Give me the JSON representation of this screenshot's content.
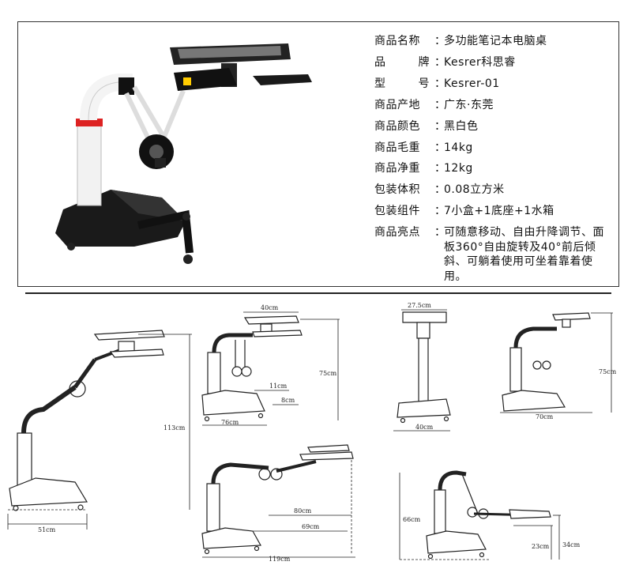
{
  "specs": [
    {
      "key": "商品名称",
      "value": "多功能笔记本电脑桌"
    },
    {
      "key_a": "品",
      "key_b": "牌",
      "value": "Kesrer科思睿"
    },
    {
      "key_a": "型",
      "key_b": "号",
      "value": "Kesrer-01"
    },
    {
      "key": "商品产地",
      "value": "广东·东莞"
    },
    {
      "key": "商品颜色",
      "value": "黑白色"
    },
    {
      "key": "商品毛重",
      "value": "14kg"
    },
    {
      "key": "商品净重",
      "value": "12kg"
    },
    {
      "key": "包装体积",
      "value": "0.08立方米"
    },
    {
      "key": "包装组件",
      "value": "7小盒+1底座+1水箱"
    },
    {
      "key": "商品亮点",
      "value": "可随意移动、自由升降调节、面板360°自由旋转及40°前后倾斜、可躺着使用可坐着靠着使用。"
    }
  ],
  "colon": "：",
  "dims": {
    "d1_height": "113cm",
    "d1_base": "51cm",
    "d2_top": "40cm",
    "d2_height": "75cm",
    "d2_small1": "11cm",
    "d2_small2": "8cm",
    "d2_base": "76cm",
    "d3_top": "27.5cm",
    "d3_base": "40cm",
    "d4_height": "75cm",
    "d4_base": "70cm",
    "d5_a": "80cm",
    "d5_b": "69cm",
    "d5_base": "119cm",
    "d6_height": "66cm",
    "d6_a": "23cm",
    "d6_b": "34cm"
  }
}
